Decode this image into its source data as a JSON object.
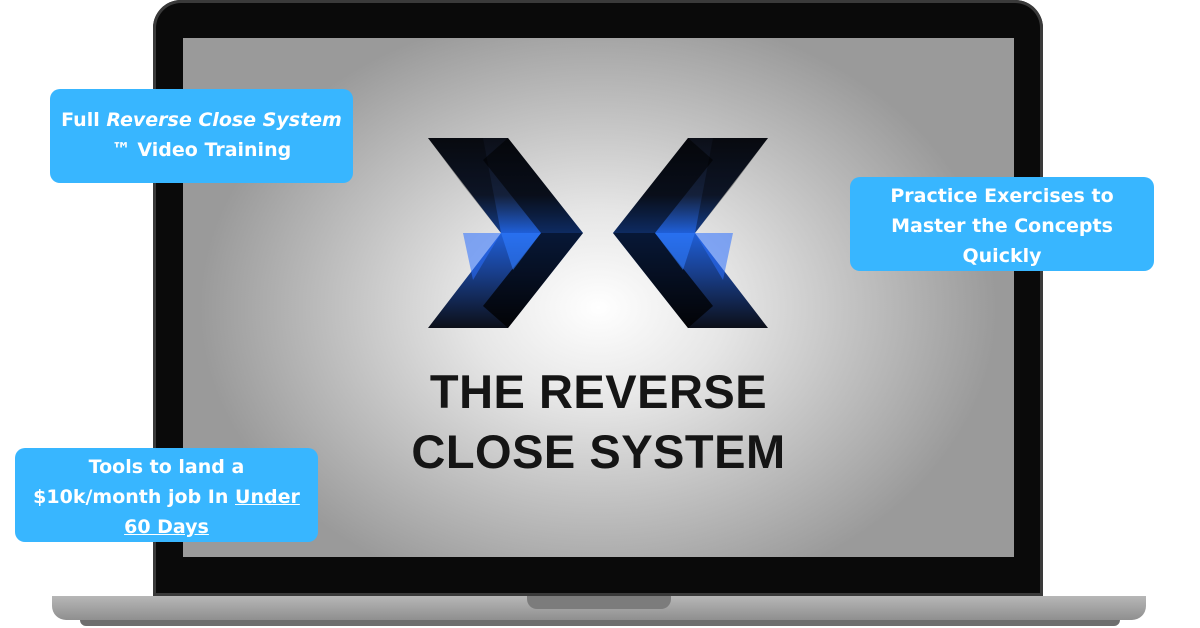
{
  "brand": {
    "line1": "THE REVERSE",
    "line2": "CLOSE SYSTEM"
  },
  "callouts": {
    "video": {
      "prefix": "Full ",
      "italic": "Reverse Close System",
      "suffix": " ™  Video Training"
    },
    "practice": {
      "text": "Practice Exercises to Master the Concepts Quickly"
    },
    "tools": {
      "prefix": "Tools to land a $10k/month job In ",
      "underlined": "Under 60 Days"
    }
  },
  "colors": {
    "callout": "#38b6ff",
    "logo_blue": "#1f5fd8",
    "logo_dark": "#0b0d12",
    "title_text": "#151515"
  },
  "icons": {
    "logo": "reverse-close-chevrons-logo"
  }
}
